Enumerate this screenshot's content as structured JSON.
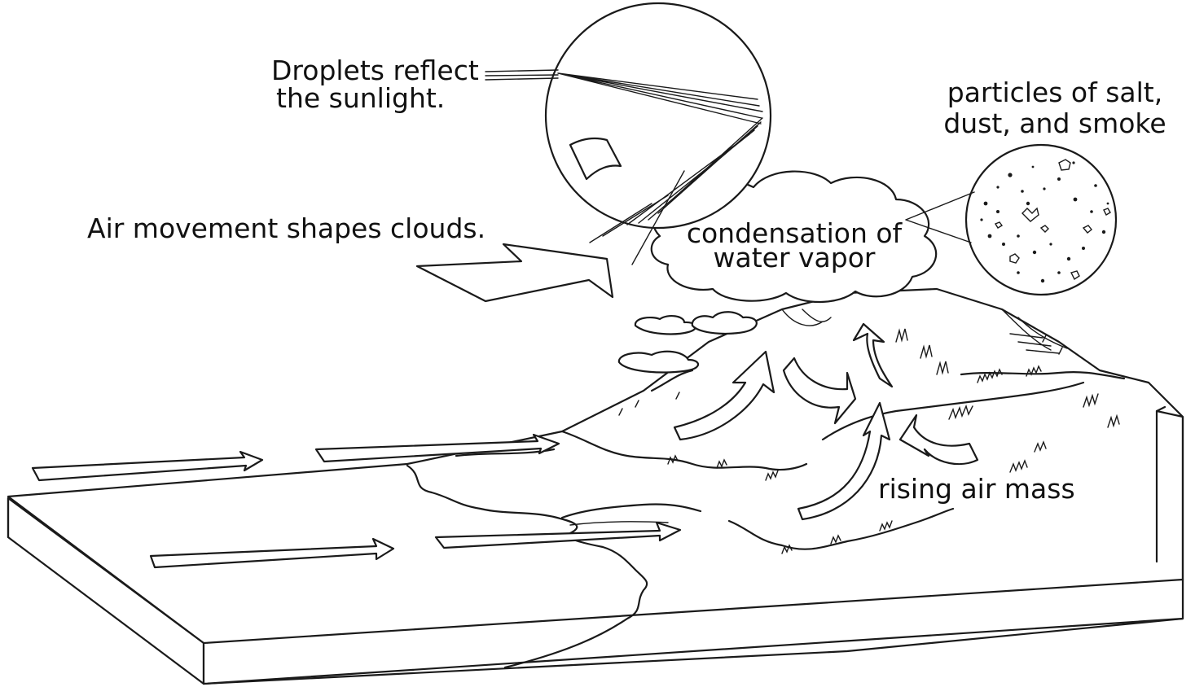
{
  "labels": {
    "droplets_line1": "Droplets reflect",
    "droplets_line2": "the sunlight.",
    "particles_line1": "particles of salt,",
    "particles_line2": "dust, and smoke",
    "air_movement": "Air movement shapes clouds.",
    "condensation_line1": "condensation of",
    "condensation_line2": "water vapor",
    "rising_air": "rising air mass"
  },
  "colors": {
    "ink": "#1a1a1a",
    "paper": "#ffffff"
  }
}
